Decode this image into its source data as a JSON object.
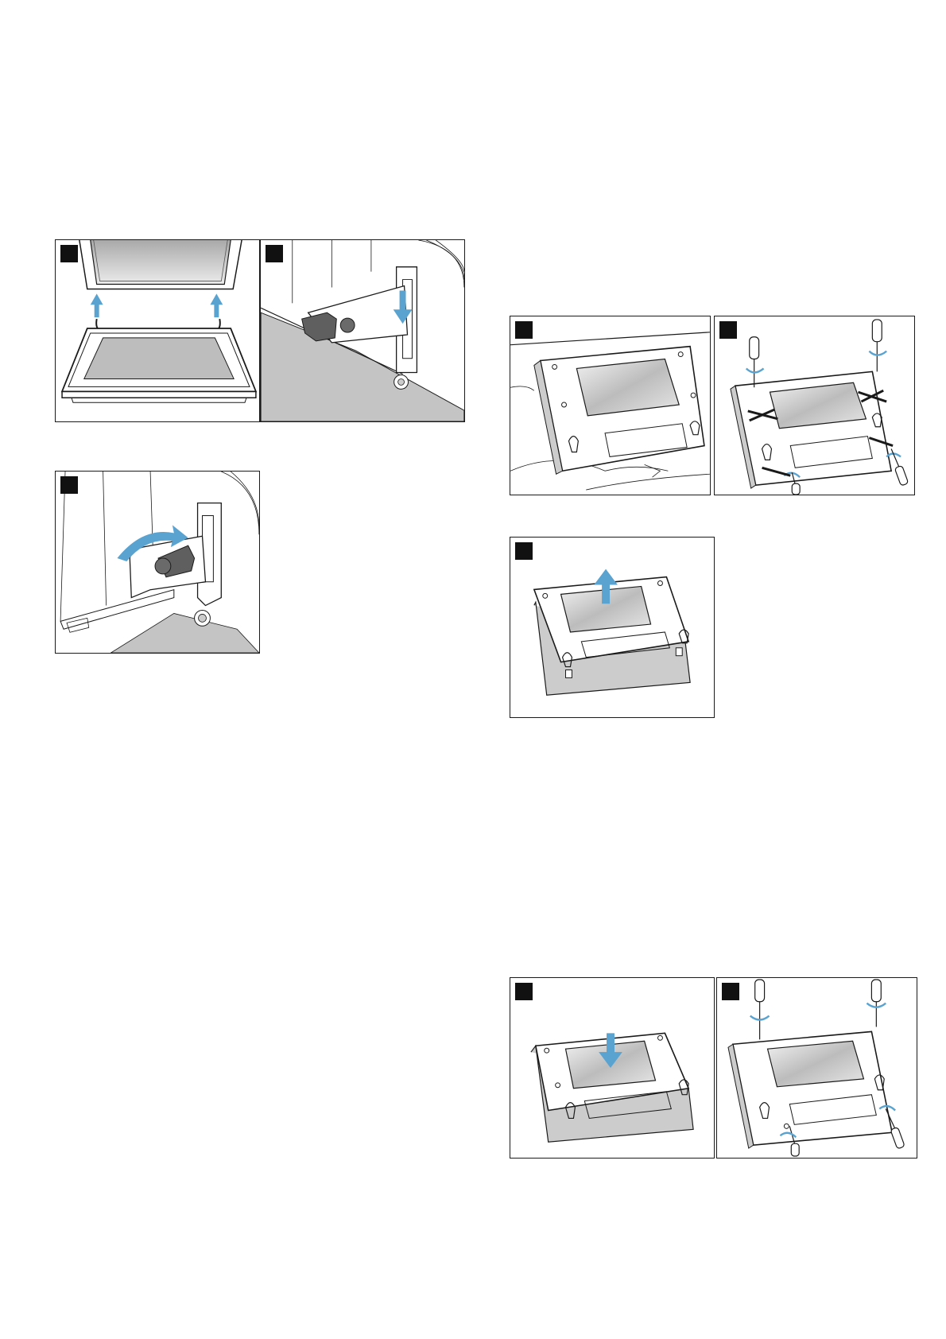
{
  "page": {
    "title": "",
    "figures": [
      {
        "id": "fig-1",
        "step": ""
      },
      {
        "id": "fig-2",
        "step": ""
      },
      {
        "id": "fig-3",
        "step": ""
      },
      {
        "id": "fig-4",
        "step": ""
      },
      {
        "id": "fig-5",
        "step": ""
      },
      {
        "id": "fig-6",
        "step": ""
      },
      {
        "id": "fig-7",
        "step": ""
      },
      {
        "id": "fig-8",
        "step": ""
      }
    ]
  },
  "colors": {
    "arrow": "#5aa3d0",
    "line": "#1a1a1a",
    "shade": "#bdbdbd",
    "marker": "#111111"
  }
}
